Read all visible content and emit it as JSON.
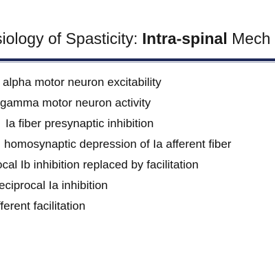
{
  "slide": {
    "title_pre": "siology of Spasticity: ",
    "title_bold": "Intra-spinal",
    "title_post": " Mech",
    "bullets": [
      "alpha motor neuron excitability",
      "gamma motor neuron activity",
      "Ia fiber presynaptic inhibition",
      "homosynaptic depression of Ia afferent fiber",
      "ocal Ib inhibition replaced by facilitation",
      "eciprocal Ia inhibition",
      "fferent facilitation"
    ],
    "colors": {
      "rule": "#1f2a5a",
      "text": "#111111"
    }
  }
}
